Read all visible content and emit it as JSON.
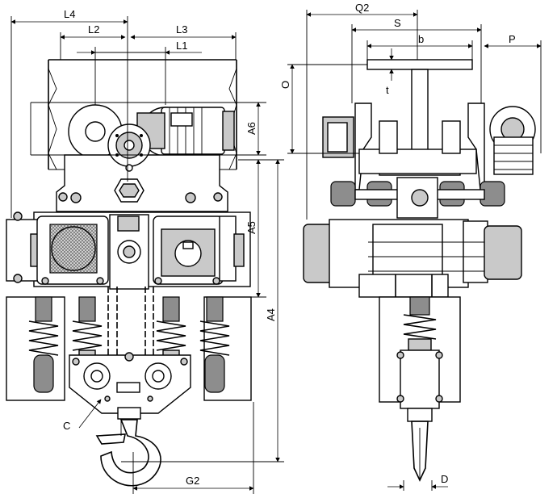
{
  "labels": {
    "L4": "L4",
    "L2": "L2",
    "L3": "L3",
    "L1": "L1",
    "A6": "A6",
    "A5": "A5",
    "A4": "A4",
    "C": "C",
    "G2": "G2",
    "Q2": "Q2",
    "S": "S",
    "b": "b",
    "P": "P",
    "O": "O",
    "t": "t",
    "D": "D"
  }
}
